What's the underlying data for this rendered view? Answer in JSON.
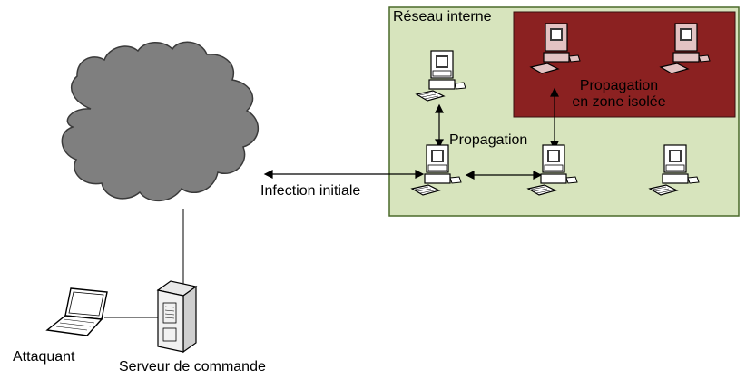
{
  "labels": {
    "internal_network": "Réseau interne",
    "propagation": "Propagation",
    "isolated_propagation_line1": "Propagation",
    "isolated_propagation_line2": "en zone isolée",
    "initial_infection": "Infection initiale",
    "attacker": "Attaquant",
    "command_server": "Serveur de commande"
  },
  "colors": {
    "internal_network_fill": "#d7e4bd",
    "internal_network_border": "#4a6a2a",
    "isolated_zone_fill": "#8b2121",
    "cloud_fill": "#7f7f7f",
    "cloud_stroke": "#3a3a3a",
    "workstation_isolated": "#e3c3c3"
  },
  "icons": [
    "cloud-icon",
    "workstation-icon",
    "laptop-icon",
    "server-tower-icon"
  ]
}
